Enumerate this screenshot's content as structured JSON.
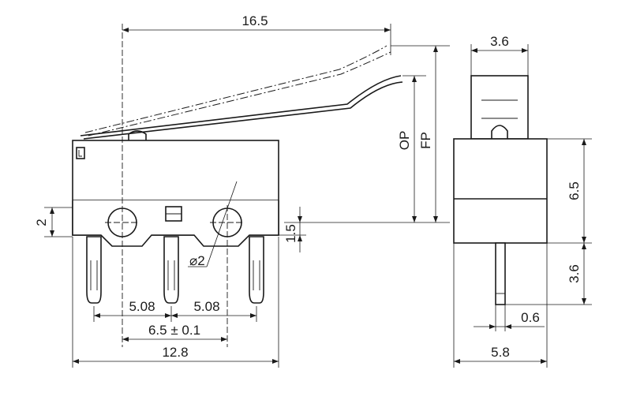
{
  "dimensions": {
    "lever_length": "16.5",
    "side_lever_width": "3.6",
    "op_label": "OP",
    "fp_label": "FP",
    "height_side": "6.5",
    "terminal_length": "3.6",
    "terminal_thickness": "0.6",
    "side_width": "5.8",
    "hole_height": "2",
    "hole_offset": "1.5",
    "hole_diameter": "2",
    "pitch_left": "5.08",
    "pitch_right": "5.08",
    "hole_spacing": "6.5",
    "hole_spacing_tolerance": "0.1",
    "body_length": "12.8"
  },
  "symbols": {
    "diameter": "⌀",
    "plus_minus": "±"
  },
  "colors": {
    "line": "#1a1a1a",
    "background": "#ffffff"
  }
}
